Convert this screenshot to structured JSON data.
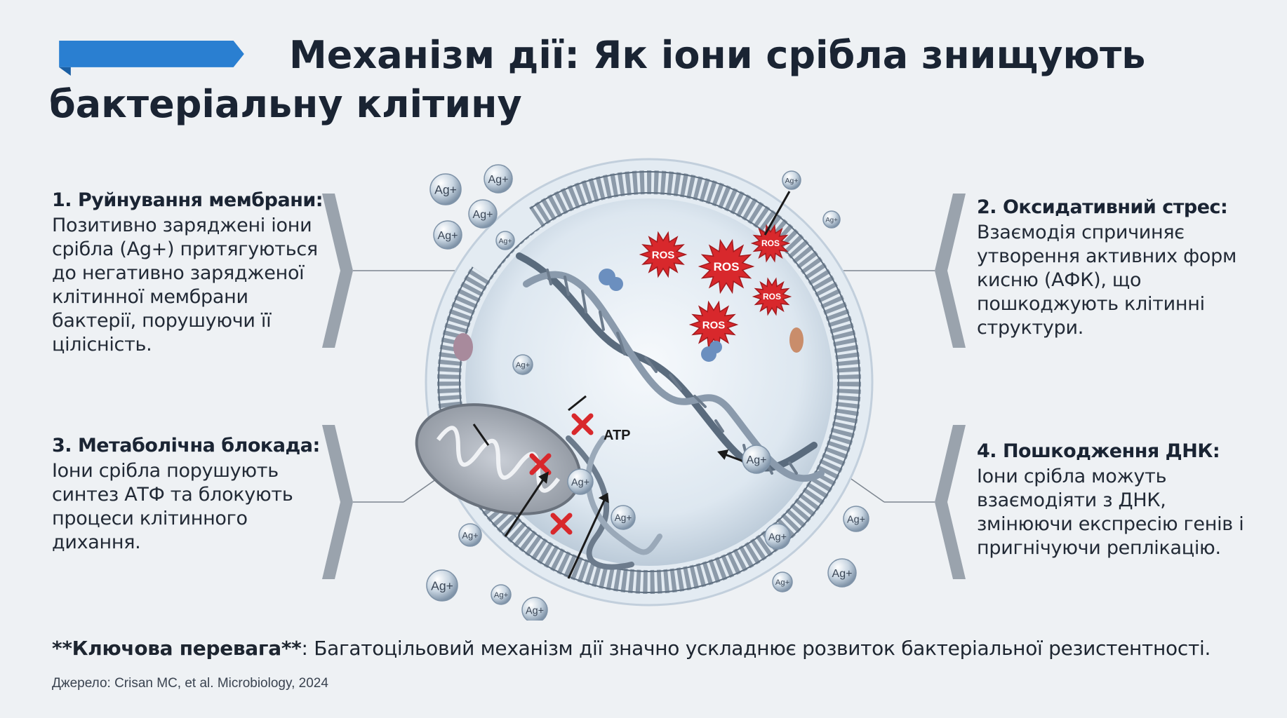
{
  "header": {
    "title": "Механізм дії: Як іони срібла знищують бактеріальну клітину",
    "accent_color": "#2a7fd1"
  },
  "mechanisms": [
    {
      "title": "1. Руйнування мембрани:",
      "text": "Позитивно заряджені іони срібла (Ag+) притягуються до негативно зарядженої клітинної мембрани бактерії, порушуючи її цілісність."
    },
    {
      "title": "2. Оксидативний стрес:",
      "text": "Взаємодія спричиняє утворення активних форм кисню (АФК), що пошкоджують клітинні структури."
    },
    {
      "title": "3. Метаболічна блокада:",
      "text": "Іони срібла порушують синтез АТФ та блокують процеси клітинного дихання."
    },
    {
      "title": "4. Пошкодження ДНК:",
      "text": "Іони срібла можуть взаємодіяти з ДНК, змінюючи експресію генів і пригнічуючи реплікацію."
    }
  ],
  "diagram": {
    "ion_label": "Ag+",
    "ros_label": "ROS",
    "atp_label": "ATP",
    "ros_color": "#d8282c"
  },
  "footer": {
    "key_label": "**Ключова перевага**",
    "key_text": ": Багатоцільовий механізм дії значно ускладнює розвиток бактеріальної резистентності.",
    "source": "Джерело: Crisan MC, et al. Microbiology, 2024"
  }
}
